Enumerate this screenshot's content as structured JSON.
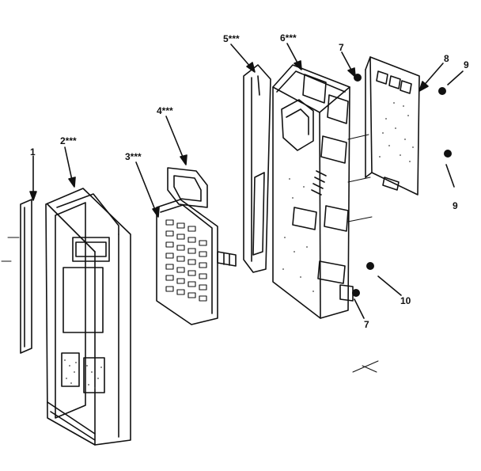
{
  "colors": {
    "ink": "#111111",
    "paper": "#ffffff"
  },
  "callouts": {
    "c1": "1",
    "c2": "2***",
    "c3": "3***",
    "c4": "4***",
    "c5": "5***",
    "c6": "6***",
    "c7a": "7",
    "c7b": "7",
    "c8": "8",
    "c9a": "9",
    "c9b": "9",
    "c10": "10"
  }
}
